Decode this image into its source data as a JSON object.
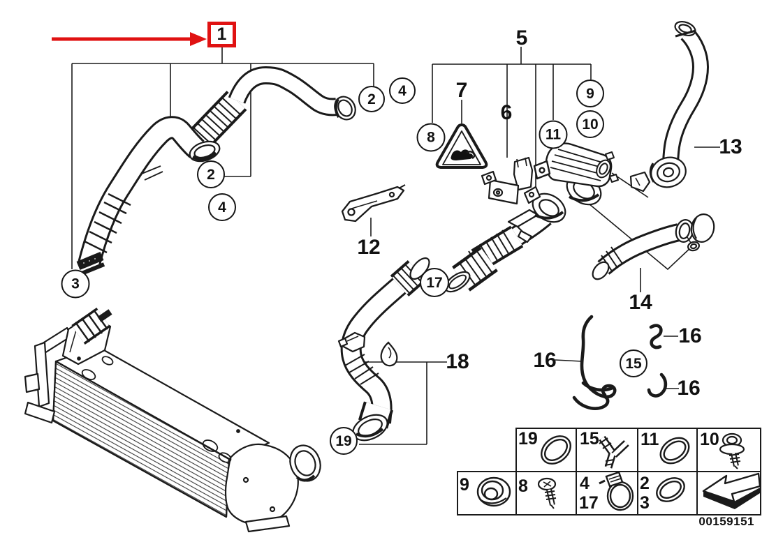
{
  "figure": {
    "type": "exploded-parts-diagram",
    "subject": "charge-air duct and intercooler hoses",
    "drawing_number": "00159151",
    "colors": {
      "highlight": "#e01212",
      "line": "#1a1a1a",
      "background": "#ffffff"
    }
  },
  "highlight": {
    "label": "1"
  },
  "labels": {
    "group5": "5",
    "p6": "6",
    "p7": "7",
    "p12": "12",
    "p13": "13",
    "p14": "14",
    "p16a": "16",
    "p16b": "16",
    "p16c": "16",
    "p18": "18"
  },
  "callouts": {
    "c2a": "2",
    "c4a": "4",
    "c2b": "2",
    "c4b": "4",
    "c3": "3",
    "c8": "8",
    "c9": "9",
    "c10": "10",
    "c11": "11",
    "c15": "15",
    "c17": "17",
    "c19": "19"
  },
  "table": {
    "r19": "19",
    "r15": "15",
    "r11": "11",
    "r10": "10",
    "r9": "9",
    "r8": "8",
    "r4": "4",
    "r17": "17",
    "r2": "2",
    "r3": "3",
    "icons": [
      "o-ring-icon",
      "y-hose-icon",
      "o-ring-icon",
      "screw-washer-icon",
      "grommet-icon",
      "screw-icon",
      "hose-clamp-icon",
      "o-ring-icon",
      "direction-arrow-icon"
    ]
  },
  "icons": {
    "pointer": "red-arrow-icon",
    "warning": "warning-triangle-icon"
  },
  "footer": {
    "drawing_number": "00159151"
  }
}
